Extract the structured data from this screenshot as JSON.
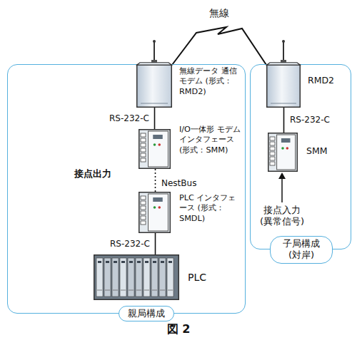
{
  "diagram": {
    "caption": "図 2",
    "nodes": [
      {
        "text": [
          "親局構成"
        ]
      },
      {
        "text": [
          "無線データ 通信モデム (形式：RMD2)"
        ],
        "in": 0
      },
      {
        "text": [
          "I/O一体形 モデム インタフェース (形式：SMM)"
        ],
        "in": 0
      },
      {
        "text": [
          "PLC インタフェース (形式：SMDL)"
        ],
        "in": 0
      },
      {
        "text": [
          "PLC"
        ],
        "in": 0
      },
      {
        "text": [
          "子局構成 (対岸)"
        ]
      },
      {
        "text": [
          "RMD2"
        ],
        "in": 5
      },
      {
        "text": [
          "SMM"
        ],
        "in": 5
      }
    ],
    "edges": [
      {
        "from": 1,
        "to": 2,
        "label": "RS-232-C",
        "arrow": "none"
      },
      {
        "from": 2,
        "to": 3,
        "label": "NestBus",
        "arrow": "none"
      },
      {
        "from": 3,
        "to": 4,
        "label": "RS-232-C",
        "arrow": "none"
      },
      {
        "from": 1,
        "to": 6,
        "label": "無線",
        "arrow": "none"
      },
      {
        "from": 6,
        "to": 7,
        "label": "RS-232-C",
        "arrow": "none"
      }
    ],
    "labels": [
      "接点出力",
      "接点入力 (異常信号)"
    ]
  }
}
